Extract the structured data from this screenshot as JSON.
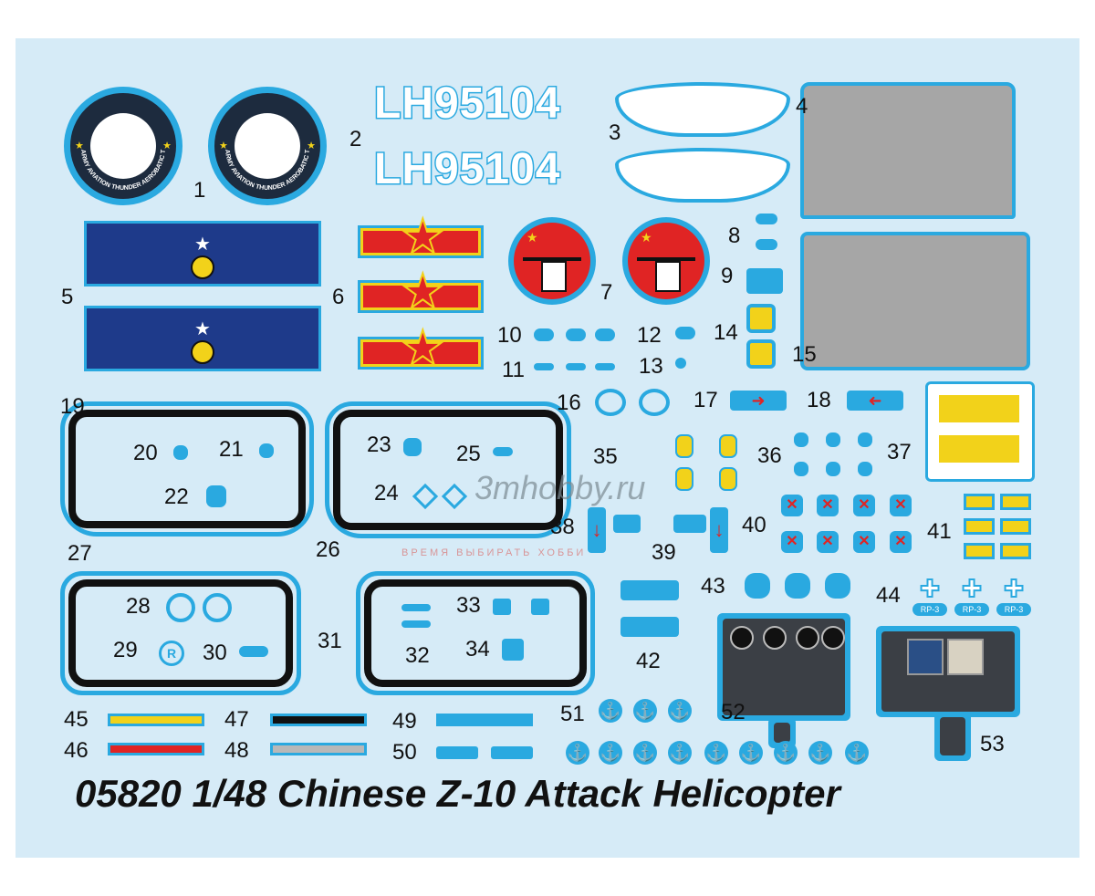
{
  "sheet_title": "05820 1/48 Chinese Z-10 Attack Helicopter",
  "registration": "LH95104",
  "roundel_text": "PLA ARMY AVIATION THUNDER AEROBATIC TEAM",
  "watermark": {
    "logo": "3mhobby.ru",
    "tagline": "ВРЕМЯ ВЫБИРАТЬ ХОББИ"
  },
  "rp_label": "RP-3",
  "decal_numbers": [
    "1",
    "2",
    "3",
    "4",
    "5",
    "6",
    "7",
    "8",
    "9",
    "10",
    "11",
    "12",
    "13",
    "14",
    "15",
    "16",
    "17",
    "18",
    "19",
    "20",
    "21",
    "22",
    "23",
    "24",
    "25",
    "26",
    "27",
    "28",
    "29",
    "30",
    "31",
    "32",
    "33",
    "34",
    "35",
    "36",
    "37",
    "38",
    "39",
    "40",
    "41",
    "42",
    "43",
    "44",
    "45",
    "46",
    "47",
    "48",
    "49",
    "50",
    "51",
    "52",
    "53"
  ],
  "colors": {
    "sheet": "#d6ebf7",
    "carrier": "#2aa9e0",
    "red": "#e02424",
    "yellow": "#f2d21a",
    "navy": "#1e3a8a",
    "gray": "#a6a6a6"
  }
}
